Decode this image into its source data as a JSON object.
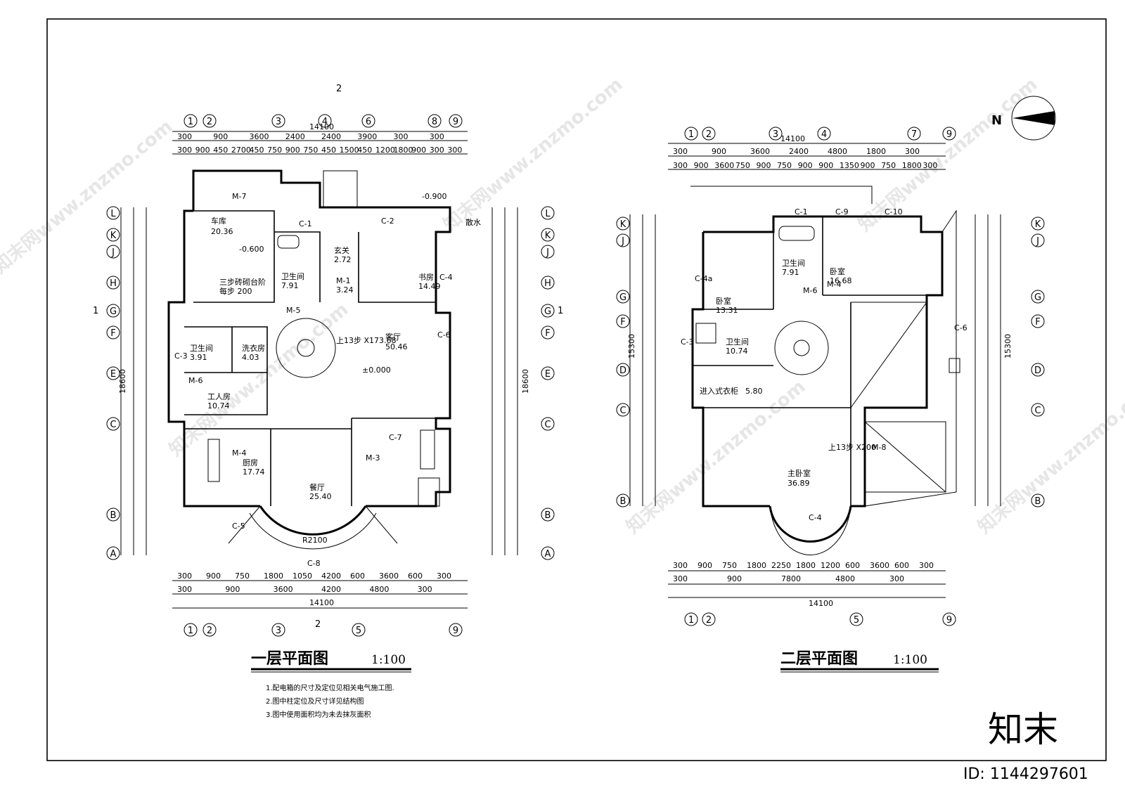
{
  "first_floor": {
    "title": "一层平面图",
    "scale": "1:100",
    "overall_dim": "14100",
    "top_dims_row1": [
      "300",
      "900",
      "3600",
      "2400",
      "2400",
      "3900",
      "300",
      "300"
    ],
    "top_dims_row2": [
      "300",
      "900",
      "450",
      "2700",
      "450",
      "750",
      "900",
      "750",
      "450",
      "1500",
      "450",
      "1200",
      "1800",
      "900",
      "300",
      "300"
    ],
    "bottom_dims_row1": [
      "300",
      "900",
      "750",
      "1800",
      "1050",
      "4200",
      "600",
      "3600",
      "600",
      "300"
    ],
    "bottom_dims_row2": [
      "300",
      "900",
      "3600",
      "4200",
      "4800",
      "300"
    ],
    "left_dims_total": "18600",
    "right_dims_total": "18600",
    "top_axes": [
      "1",
      "2",
      "3",
      "4",
      "6",
      "8",
      "9"
    ],
    "bottom_axes": [
      "1",
      "2",
      "3",
      "5",
      "9"
    ],
    "row_axes": [
      "L",
      "K",
      "J",
      "H",
      "G",
      "F",
      "E",
      "C",
      "B",
      "A"
    ],
    "section_marks": [
      "2",
      "1"
    ],
    "rooms": [
      {
        "name": "车库",
        "area": "20.36"
      },
      {
        "name": "卫生间",
        "area": "7.91"
      },
      {
        "name": "玄关",
        "area": "2.72"
      },
      {
        "name": "书房",
        "area": "14.49"
      },
      {
        "name": "客厅",
        "area": "50.46"
      },
      {
        "name": "卫生间",
        "area": "3.91"
      },
      {
        "name": "洗衣房",
        "area": "4.03"
      },
      {
        "name": "工人房",
        "area": "10.74"
      },
      {
        "name": "厨房",
        "area": "17.74"
      },
      {
        "name": "餐厅",
        "area": "25.40"
      }
    ],
    "levels": [
      "-0.900",
      "-0.600",
      "±0.000"
    ],
    "labels": [
      "M-7",
      "C-1",
      "C-2",
      "散水",
      "M-1",
      "3.24",
      "M-4",
      "C-4",
      "M-5",
      "C-3",
      "C-6",
      "M-6",
      "C-5",
      "C-7",
      "M-3",
      "C-8",
      "R2100",
      "三步砖砌台阶",
      "每步 200",
      "上13步 X173.68"
    ],
    "notes": [
      "1.配电箱的尺寸及定位见相关电气施工图.",
      "2.图中柱定位及尺寸详见结构图",
      "3.图中使用面积均为未去抹灰面积"
    ]
  },
  "second_floor": {
    "title": "二层平面图",
    "scale": "1:100",
    "overall_dim": "14100",
    "top_dims_row1": [
      "300",
      "900",
      "3600",
      "2400",
      "4800",
      "1800",
      "300"
    ],
    "top_dims_row2": [
      "300",
      "900",
      "3600",
      "750",
      "900",
      "750",
      "900",
      "900",
      "1350",
      "900",
      "750",
      "1800",
      "300"
    ],
    "bottom_dims_row1": [
      "300",
      "900",
      "750",
      "1800",
      "2250",
      "1800",
      "1200",
      "600",
      "3600",
      "600",
      "300"
    ],
    "bottom_dims_row2": [
      "300",
      "900",
      "7800",
      "4800",
      "300"
    ],
    "left_dims_total": "15300",
    "right_dims_total": "15300",
    "top_axes": [
      "1",
      "2",
      "3",
      "4",
      "7",
      "9"
    ],
    "bottom_axes": [
      "1",
      "2",
      "5",
      "9"
    ],
    "row_axes": [
      "K",
      "J",
      "G",
      "F",
      "D",
      "C",
      "B"
    ],
    "rooms": [
      {
        "name": "卧室",
        "area": "13.31"
      },
      {
        "name": "卫生间",
        "area": "7.91"
      },
      {
        "name": "卧室",
        "area": "16.68"
      },
      {
        "name": "卫生间",
        "area": "10.74"
      },
      {
        "name": "进入式衣柜",
        "area": "5.80"
      },
      {
        "name": "主卧室",
        "area": "36.89"
      }
    ],
    "labels": [
      "C-1",
      "C-9",
      "C-10",
      "M-8",
      "C-4a",
      "M-6",
      "M-4",
      "C-3",
      "C-6",
      "C-4",
      "上13步 X200"
    ]
  },
  "north_label": "N",
  "watermarks": [
    "知末网www.znzmo.com",
    "知末"
  ],
  "id_text": "ID: 1144297601"
}
